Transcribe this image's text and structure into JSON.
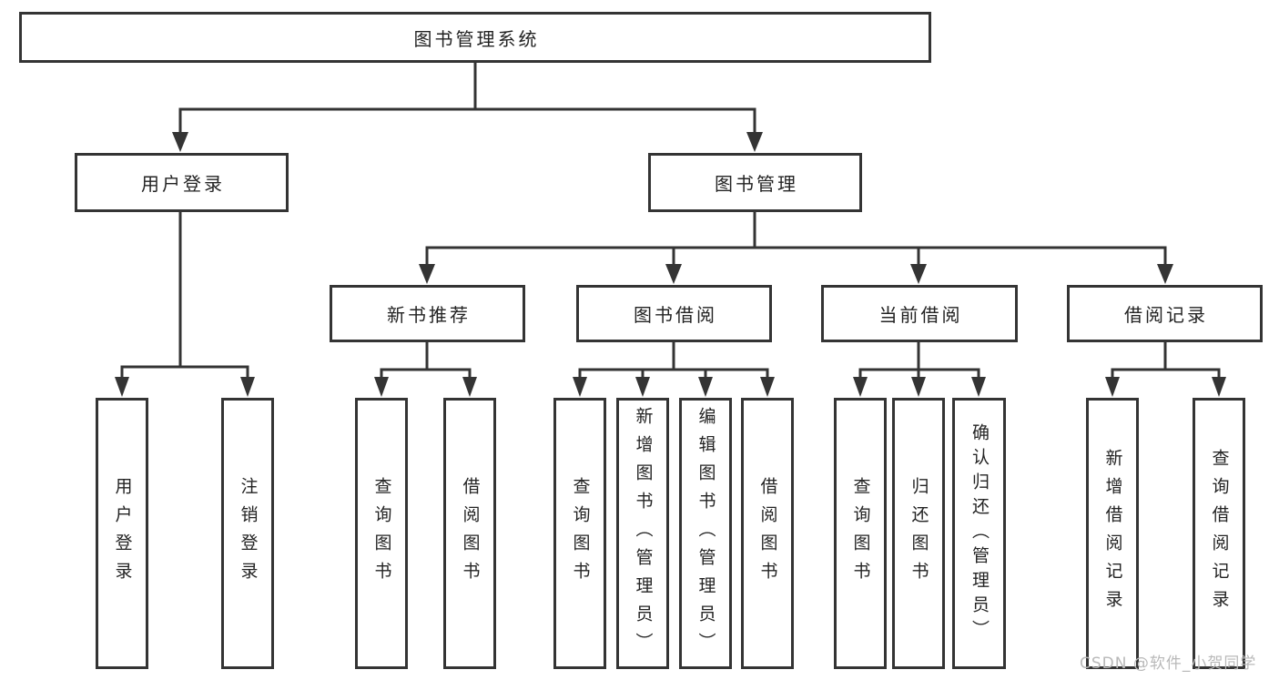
{
  "title": "图书管理系统",
  "watermark": "CSDN @软件_小贺同学",
  "colors": {
    "background": "#ffffff",
    "box_border": "#343434",
    "connector_line": "#343434",
    "text": "#232323",
    "watermark_text": "#b9b9b9"
  },
  "tree": {
    "root": {
      "label": "图书管理系统"
    },
    "branches": [
      {
        "label": "用户登录",
        "children": [
          {
            "label": "用户登录"
          },
          {
            "label": "注销登录"
          }
        ]
      },
      {
        "label": "图书管理",
        "groups": [
          {
            "label": "新书推荐",
            "children": [
              {
                "label": "查询图书"
              },
              {
                "label": "借阅图书"
              }
            ]
          },
          {
            "label": "图书借阅",
            "children": [
              {
                "label": "查询图书"
              },
              {
                "label": "新增图书（管理员）"
              },
              {
                "label": "编辑图书（管理员）"
              },
              {
                "label": "借阅图书"
              }
            ]
          },
          {
            "label": "当前借阅",
            "children": [
              {
                "label": "查询图书"
              },
              {
                "label": "归还图书"
              },
              {
                "label": "确认归还（管理员）"
              }
            ]
          },
          {
            "label": "借阅记录",
            "children": [
              {
                "label": "新增借阅记录"
              },
              {
                "label": "查询借阅记录"
              }
            ]
          }
        ]
      }
    ]
  }
}
